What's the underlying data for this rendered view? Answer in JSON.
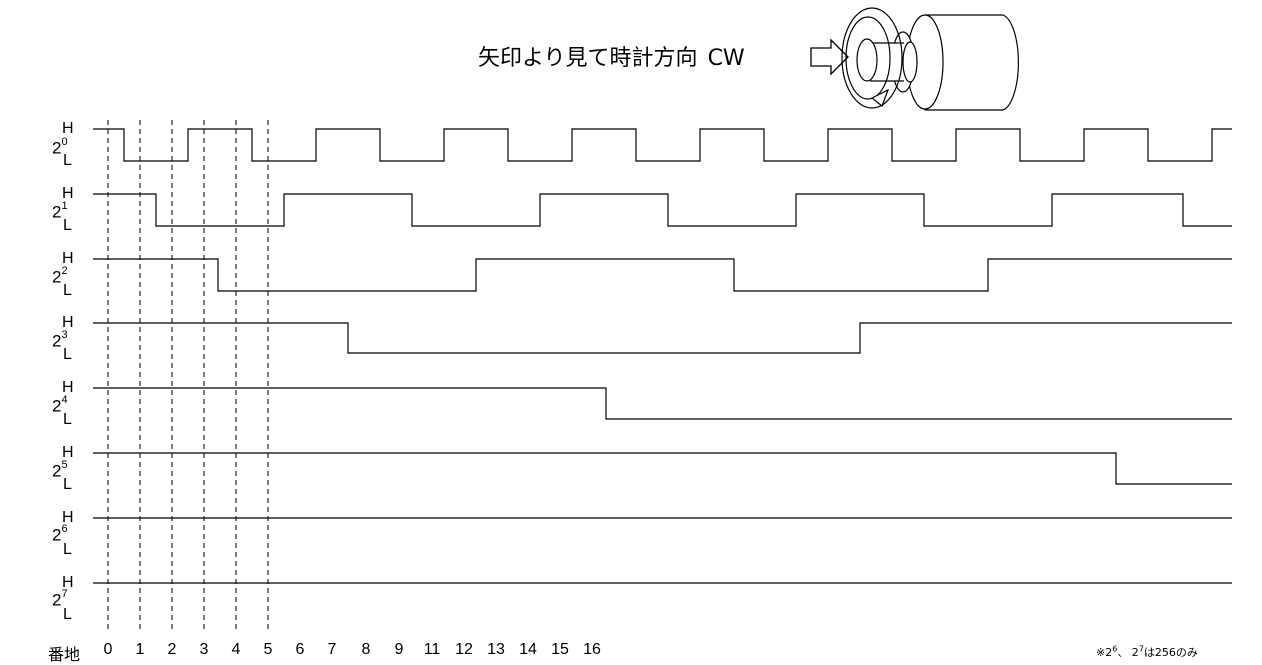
{
  "header": {
    "text": "矢印より見て時計方向",
    "cw": "CW"
  },
  "note": {
    "prefix": "※2",
    "exp1": "6",
    "middle": "、 2",
    "exp2": "7",
    "suffix": "は256のみ"
  },
  "level_high": "H",
  "level_low": "L",
  "signals": [
    {
      "base": "2",
      "exp": "0"
    },
    {
      "base": "2",
      "exp": "1"
    },
    {
      "base": "2",
      "exp": "2"
    },
    {
      "base": "2",
      "exp": "3"
    },
    {
      "base": "2",
      "exp": "4"
    },
    {
      "base": "2",
      "exp": "5"
    },
    {
      "base": "2",
      "exp": "6"
    },
    {
      "base": "2",
      "exp": "7"
    }
  ],
  "address_axis": {
    "title": "番地",
    "values": [
      "0",
      "1",
      "2",
      "3",
      "4",
      "5",
      "6",
      "7",
      "8",
      "9",
      "11",
      "12",
      "13",
      "14",
      "15",
      "16"
    ]
  },
  "icon": "rotary-encoder-icon"
}
